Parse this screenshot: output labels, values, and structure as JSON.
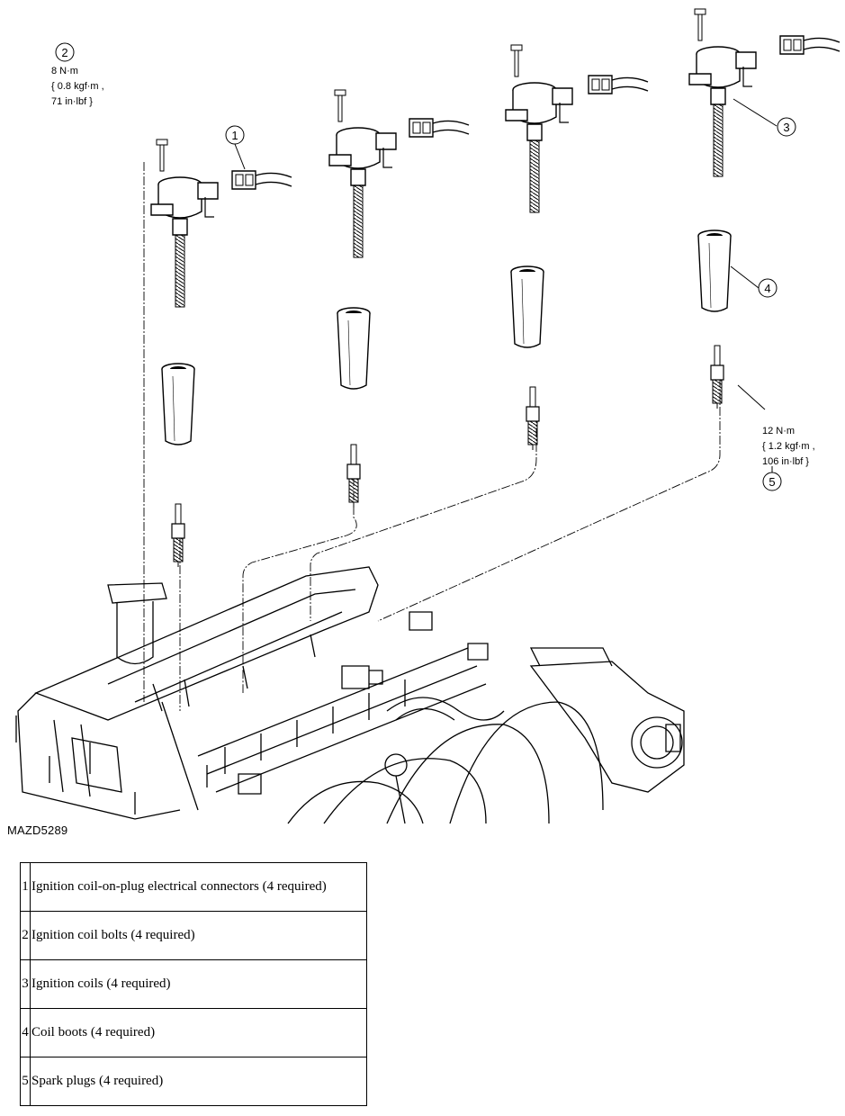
{
  "diagram": {
    "callouts": [
      {
        "num": "1"
      },
      {
        "num": "2"
      },
      {
        "num": "3"
      },
      {
        "num": "4"
      },
      {
        "num": "5"
      }
    ],
    "torque_bolts": [
      "8 N·m",
      "{ 0.8 kgf·m ,",
      "71 in·lbf }"
    ],
    "torque_plugs": [
      "12 N·m",
      "{ 1.2 kgf·m ,",
      "106 in·lbf }"
    ],
    "figure_id": "MAZD5289"
  },
  "legend": [
    {
      "num": "1",
      "desc": "Ignition coil-on-plug electrical connectors (4 required)"
    },
    {
      "num": "2",
      "desc": "Ignition coil bolts (4 required)"
    },
    {
      "num": "3",
      "desc": "Ignition coils (4 required)"
    },
    {
      "num": "4",
      "desc": "Coil boots (4 required)"
    },
    {
      "num": "5",
      "desc": "Spark plugs (4 required)"
    }
  ]
}
